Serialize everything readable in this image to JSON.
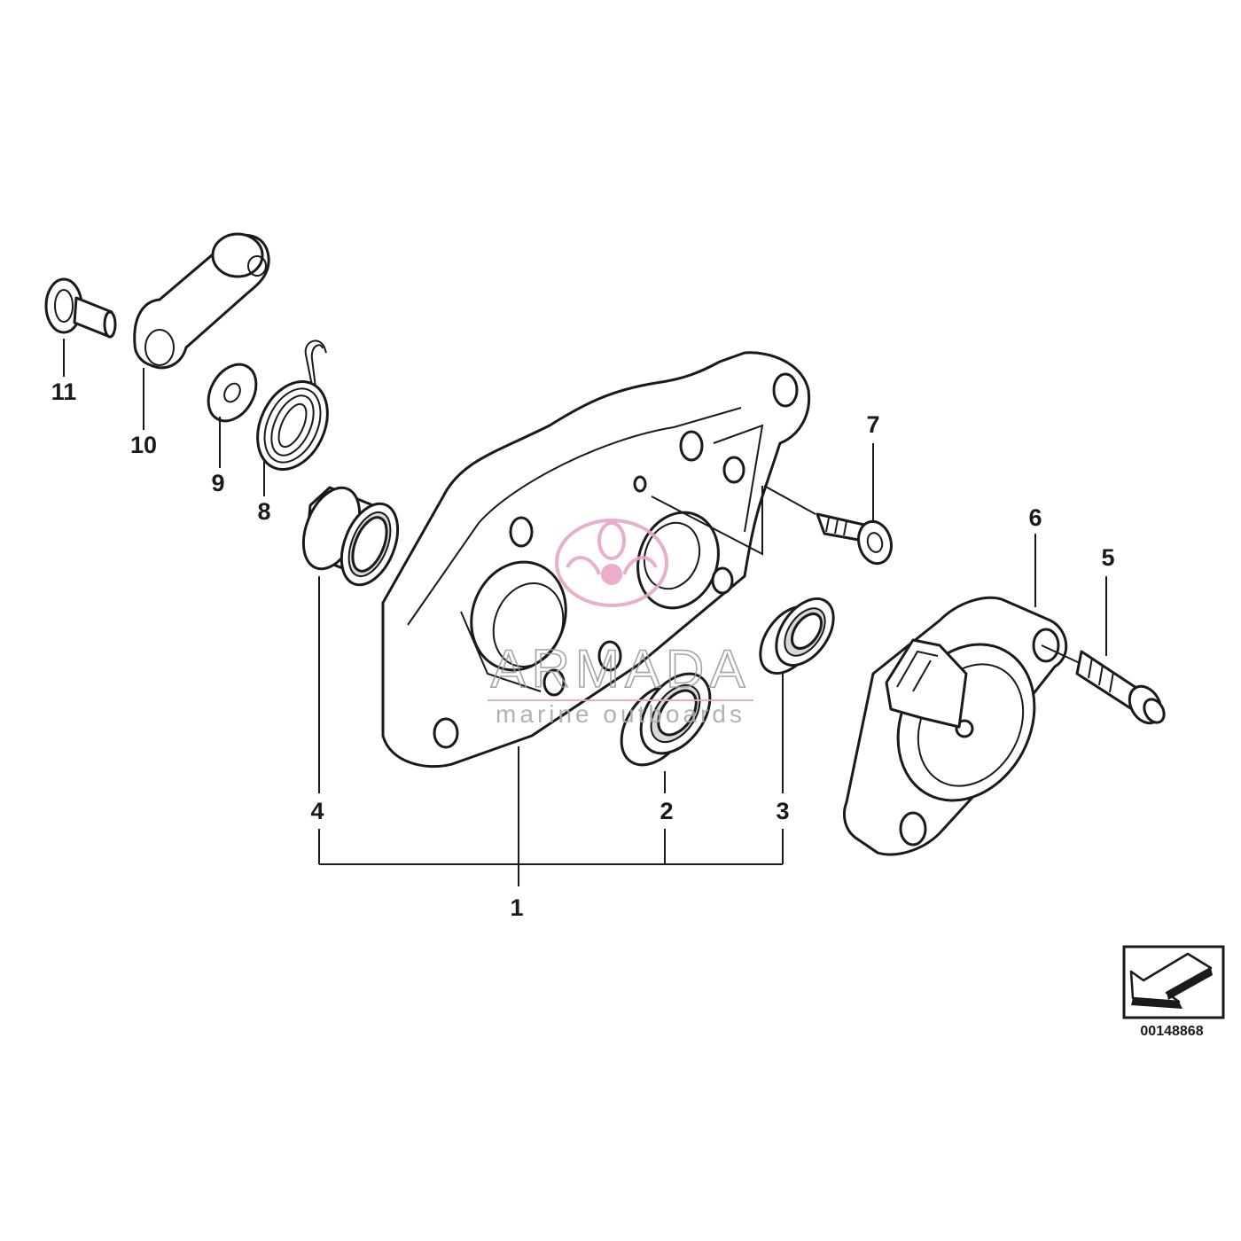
{
  "callouts": {
    "c1": "1",
    "c2": "2",
    "c3": "3",
    "c4": "4",
    "c5": "5",
    "c6": "6",
    "c7": "7",
    "c8": "8",
    "c9": "9",
    "c10": "10",
    "c11": "11"
  },
  "watermark": {
    "name": "ARMADA",
    "tagline": "marine outboards",
    "color": "#e8a6c8"
  },
  "diagram_id": "00148868",
  "icons": {
    "orientation": "direction-arrow-icon",
    "logo": "propeller-logo-icon"
  }
}
